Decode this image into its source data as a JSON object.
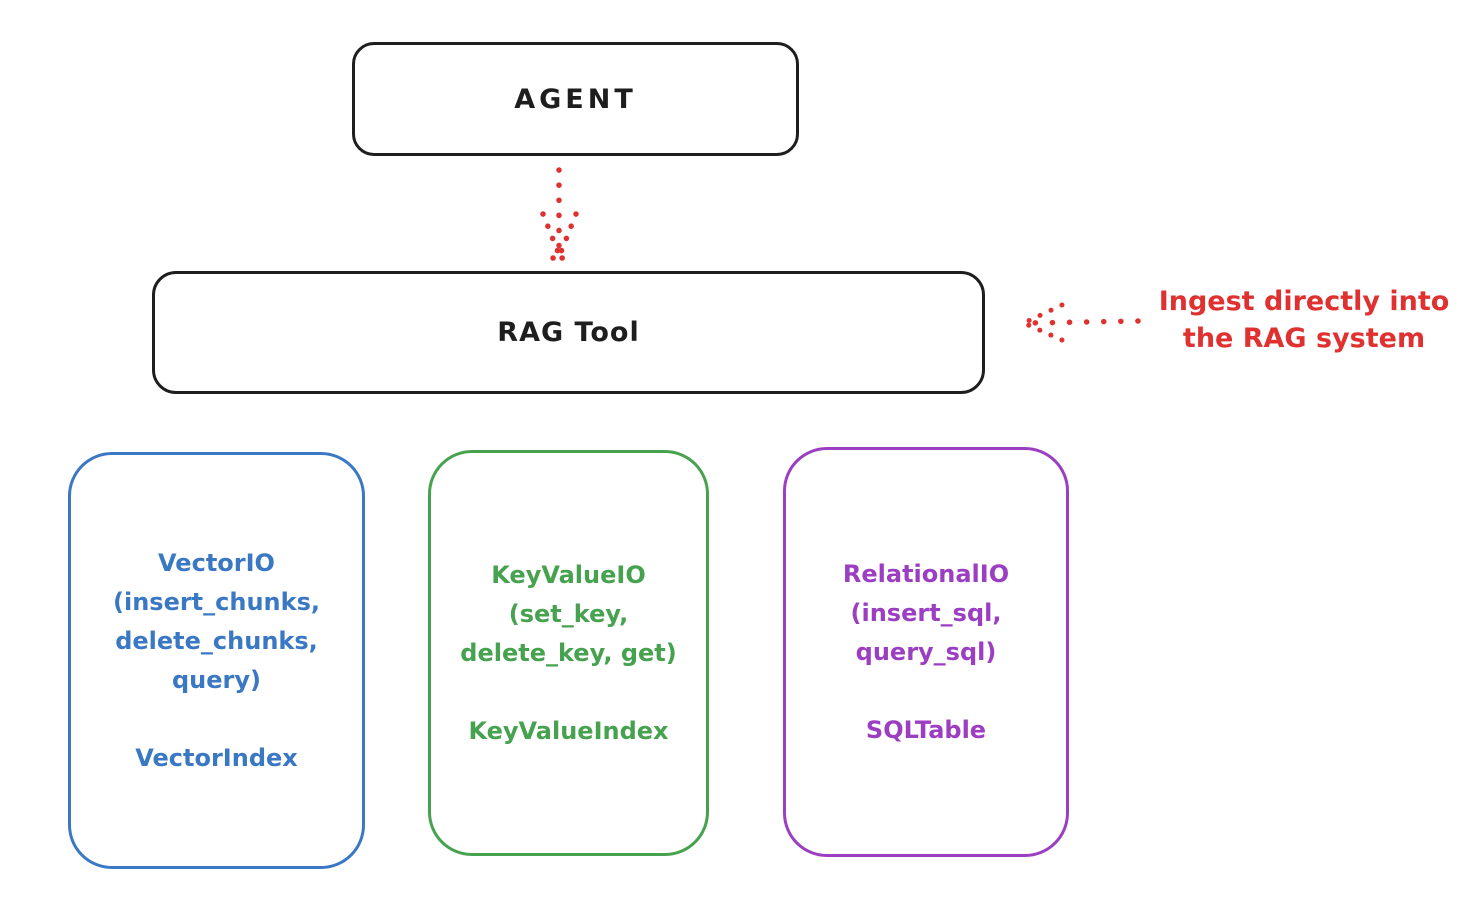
{
  "colors": {
    "background": "#ffffff",
    "ink": "#1e1e1e",
    "accent_red": "#e03131",
    "vector_blue": "#3b78c4",
    "keyvalue_green": "#46a24e",
    "relational_purple": "#9c3ec1"
  },
  "nodes": {
    "agent": {
      "label": "AGENT"
    },
    "rag_tool": {
      "label": "RAG Tool"
    }
  },
  "annotation": {
    "lines": [
      "Ingest directly into",
      "the RAG system"
    ]
  },
  "arrows": {
    "agent_to_rag_tool": {
      "style": "dotted",
      "direction": "down"
    },
    "annotation_to_rag_tool": {
      "style": "dotted",
      "direction": "left"
    }
  },
  "storage_nodes": [
    {
      "id": "vector-io",
      "io_lines": [
        "VectorIO",
        "(insert_chunks,",
        "delete_chunks,",
        "query)"
      ],
      "index_label": "VectorIndex"
    },
    {
      "id": "keyvalue-io",
      "io_lines": [
        "KeyValueIO",
        "(set_key,",
        "delete_key, get)"
      ],
      "index_label": "KeyValueIndex"
    },
    {
      "id": "relational-io",
      "io_lines": [
        "RelationalIO",
        "(insert_sql,",
        "query_sql)"
      ],
      "index_label": "SQLTable"
    }
  ]
}
